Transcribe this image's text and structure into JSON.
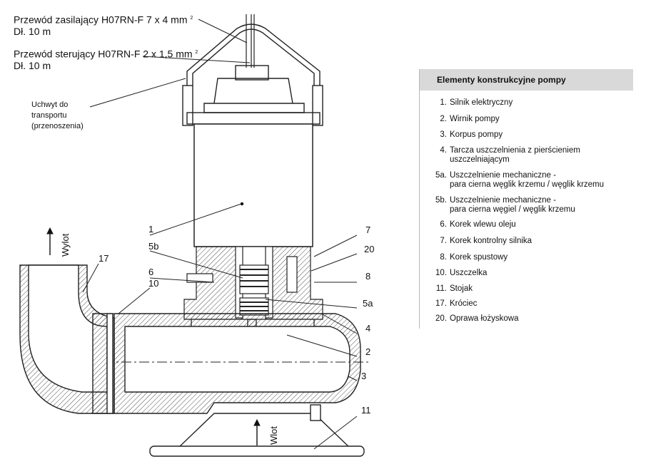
{
  "cables": {
    "power": {
      "label": "Przewód zasilający H07RN-F 7 x 4 mm",
      "sup": "2",
      "length": "Dł. 10 m"
    },
    "control": {
      "label": "Przewód sterujący  H07RN-F 2 x 1,5 mm",
      "sup": "2",
      "length": "Dł. 10 m"
    }
  },
  "transport": {
    "line1": "Uchwyt do",
    "line2": "transportu",
    "line3": "(przenoszenia)"
  },
  "arrows": {
    "outlet": "Wylot",
    "inlet": "Wlot"
  },
  "callouts": [
    "1",
    "5b",
    "6",
    "10",
    "17",
    "7",
    "20",
    "8",
    "5a",
    "4",
    "2",
    "3",
    "11"
  ],
  "legend": {
    "title": "Elementy  konstrukcyjne  pompy",
    "items": [
      {
        "num": "1.",
        "text": "Silnik  elektryczny"
      },
      {
        "num": "2.",
        "text": "Wirnik  pompy"
      },
      {
        "num": "3.",
        "text": "Korpus  pompy"
      },
      {
        "num": "4.",
        "text": "Tarcza  uszczelnienia  z  pierścieniem",
        "text2": "uszczelniającym"
      },
      {
        "num": "5a.",
        "text": "Uszczelnienie  mechaniczne  -",
        "text2": " para  cierna  węglik  krzemu  /  węglik  krzemu"
      },
      {
        "num": "5b.",
        "text": "Uszczelnienie  mechaniczne  -",
        "text2": " para  cierna  węgiel  /  węglik  krzemu"
      },
      {
        "num": "6.",
        "text": "Korek  wlewu  oleju"
      },
      {
        "num": "7.",
        "text": "Korek  kontrolny  silnika"
      },
      {
        "num": "8.",
        "text": "Korek  spustowy"
      },
      {
        "num": "10.",
        "text": "Uszczelka"
      },
      {
        "num": "11.",
        "text": " Stojak"
      },
      {
        "num": "17.",
        "text": "Króciec"
      },
      {
        "num": "20.",
        "text": "Oprawa  łożyskowa"
      }
    ]
  }
}
